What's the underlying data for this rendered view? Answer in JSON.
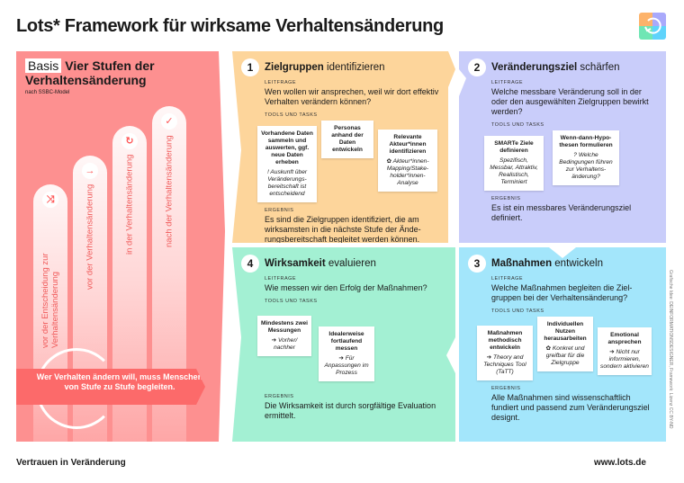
{
  "title": "Lots* Framework für wirksame Verhaltensänderung",
  "colors": {
    "basis": "#fd9090",
    "step1": "#fdd59b",
    "step2": "#c9cdfa",
    "step3": "#a3e6fb",
    "step4": "#a3f0d3",
    "banner": "#fc6a6a"
  },
  "basis": {
    "tag": "Basis",
    "title": "Vier Stufen der Verhaltensänderung",
    "subtitle": "nach SSBC-Model",
    "stages": [
      {
        "label": "vor der Entscheidung zur Verhaltensänderung",
        "icon": "split-arrow-icon"
      },
      {
        "label": "vor der Verhaltensänderung",
        "icon": "arrow-right-icon"
      },
      {
        "label": "in der Verhaltensänderung",
        "icon": "refresh-icon"
      },
      {
        "label": "nach der Verhaltensänderung",
        "icon": "check-icon"
      }
    ],
    "banner": "Wer Verhalten ändern will, muss Menschen von Stufe zu Stufe begleiten."
  },
  "labels": {
    "leitfrage": "LEITFRAGE",
    "tools": "TOOLS UND TASKS",
    "ergebnis": "ERGEBNIS"
  },
  "steps": [
    {
      "num": "1",
      "title_bold": "Zielgruppen",
      "title_rest": " identifizieren",
      "question": "Wen wollen wir ansprechen, weil wir dort effektiv Verhalten verändern können?",
      "notes": [
        {
          "main": "Vorhandene Daten sammeln und auswerten, ggf. neue Daten erheben",
          "sym": "!",
          "hint": "Auskunft über Veränderungs-bereitschaft ist entscheidend"
        },
        {
          "main": "Personas anhand der Daten entwickeln",
          "sym": "",
          "hint": ""
        },
        {
          "main": "Relevante Akteur*innen identifizieren",
          "sym": "✿",
          "hint": "Akteur*innen-Mapping/Stake-holder*innen-Analyse"
        }
      ],
      "result": "Es sind die Zielgruppen identifiziert, die am wirksamsten in die nächste Stufe der Ände-rungsbereitschaft begleitet werden können."
    },
    {
      "num": "2",
      "title_bold": "Veränderungsziel",
      "title_rest": " schärfen",
      "question": "Welche messbare Veränderung soll in der oder den ausgewählten Zielgruppen bewirkt werden?",
      "notes": [
        {
          "main": "SMARTe Ziele definieren",
          "sym": "",
          "hint": "Spezifisch, Messbar, Attraktiv, Realistisch, Terminiert"
        },
        {
          "main": "Wenn-dann-Hypo-thesen formulieren",
          "sym": "?",
          "hint": "Welche Bedingungen führen zur Verhaltens-änderung?"
        }
      ],
      "result": "Es ist ein messbares Veränderungsziel definiert."
    },
    {
      "num": "3",
      "title_bold": "Maßnahmen",
      "title_rest": " entwickeln",
      "question": "Welche Maßnahmen begleiten die Ziel-gruppen bei der Verhaltensänderung?",
      "notes": [
        {
          "main": "Maßnahmen methodisch entwickeln",
          "sym": "➔",
          "hint": "Theory and Techniques Tool (TaTT)"
        },
        {
          "main": "Individuellen Nutzen herausarbeiten",
          "sym": "✿",
          "hint": "Konkret und greifbar für die Zielgruppe"
        },
        {
          "main": "Emotional ansprechen",
          "sym": "➔",
          "hint": "Nicht nur informieren, sondern aktivieren"
        }
      ],
      "result": "Alle Maßnahmen sind wissenschaftlich fundiert und passend zum Veränderungsziel designt."
    },
    {
      "num": "4",
      "title_bold": "Wirksamkeit",
      "title_rest": " evaluieren",
      "question": "Wie messen wir den Erfolg der Maßnahmen?",
      "notes": [
        {
          "main": "Mindestens zwei Messungen",
          "sym": "➔",
          "hint": "Vorher/ nachher"
        },
        {
          "main": "Idealerweise fortlaufend messen",
          "sym": "➔",
          "hint": "Für Anpassungen im Prozess"
        }
      ],
      "result": "Die Wirksamkeit ist durch sorgfältige Evaluation ermittelt."
    }
  ],
  "credit": "Grafische Idee: DEINFORMATIONSDESIGNER, Framework: Lizenz CC BY-ND",
  "footer": {
    "left": "Vertrauen in Veränderung",
    "right": "www.lots.de"
  }
}
